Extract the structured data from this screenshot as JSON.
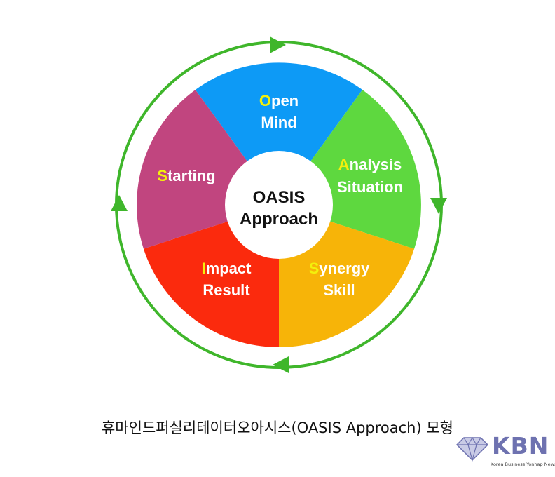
{
  "diagram": {
    "center": {
      "lines": [
        "OASIS",
        "Approach"
      ]
    },
    "segments": [
      {
        "id": "open-mind",
        "initial": "O",
        "line1_rest": "pen",
        "line2": "Mind",
        "color": "#0d9af6"
      },
      {
        "id": "analysis-situation",
        "initial": "A",
        "line1_rest": "nalysis",
        "line2": "Situation",
        "color": "#5ed83f"
      },
      {
        "id": "synergy-skill",
        "initial": "S",
        "line1_rest": "ynergy",
        "line2": "Skill",
        "color": "#f7b408"
      },
      {
        "id": "impact-result",
        "initial": "I",
        "line1_rest": "mpact",
        "line2": "Result",
        "color": "#fb2a0d"
      },
      {
        "id": "starting",
        "initial": "S",
        "line1_rest": "tarting",
        "line2": "",
        "color": "#c1457f"
      }
    ],
    "ring_color": "#3fb62b",
    "highlight_color": "#f3f00c"
  },
  "caption": "휴마인드퍼실리테이터오아시스(OASIS Approach) 모형",
  "logo": {
    "name": "KBN",
    "tagline": "Korea Business Yonhap News",
    "color": "#6e72b0"
  }
}
